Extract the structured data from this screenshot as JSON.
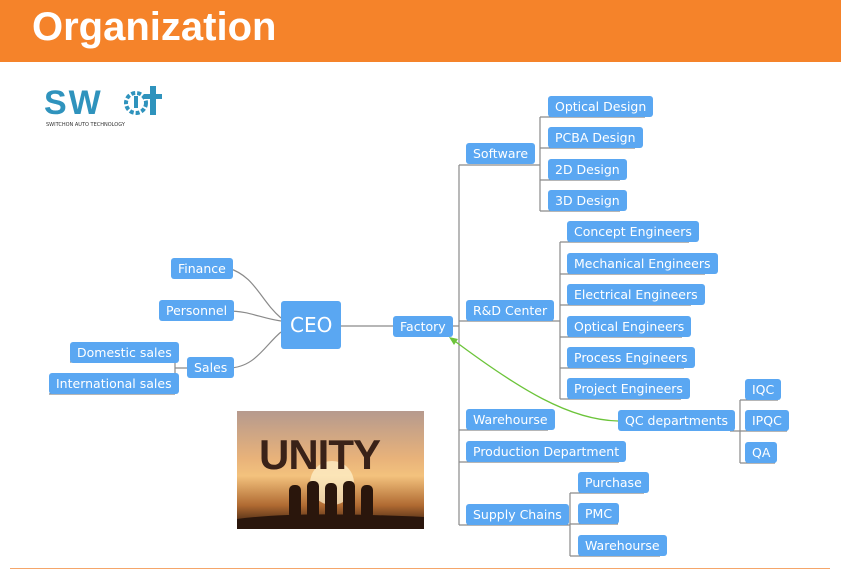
{
  "header": {
    "title": "Organization"
  },
  "logo": {
    "text": "SWT",
    "tagline": "SWITCHON AUTO TECHNOLOGY",
    "color": "#2f93bd"
  },
  "photo": {
    "text": "UNITY"
  },
  "colors": {
    "header": "#f5832a",
    "node": "#5aa7f2",
    "line": "#8a8a8a",
    "arrow": "#6cc43a"
  },
  "nodes": {
    "ceo": "CEO",
    "finance": "Finance",
    "personnel": "Personnel",
    "sales": "Sales",
    "domestic_sales": "Domestic sales",
    "international_sales": "International sales",
    "factory": "Factory",
    "software": "Software",
    "optical_design": "Optical Design",
    "pcba_design": "PCBA Design",
    "design_2d": "2D Design",
    "design_3d": "3D Design",
    "rd_center": "R&D Center",
    "concept": "Concept Engineers",
    "mechanical": "Mechanical Engineers",
    "electrical": "Electrical Engineers",
    "optical_eng": "Optical Engineers",
    "process": "Process Engineers",
    "project": "Project Engineers",
    "warehouse": "Warehourse",
    "production": "Production Department",
    "supply": "Supply Chains",
    "purchase": "Purchase",
    "pmc": "PMC",
    "warehouse2": "Warehourse",
    "qc": "QC departments",
    "iqc": "IQC",
    "ipqc": "IPQC",
    "qa": "QA"
  }
}
